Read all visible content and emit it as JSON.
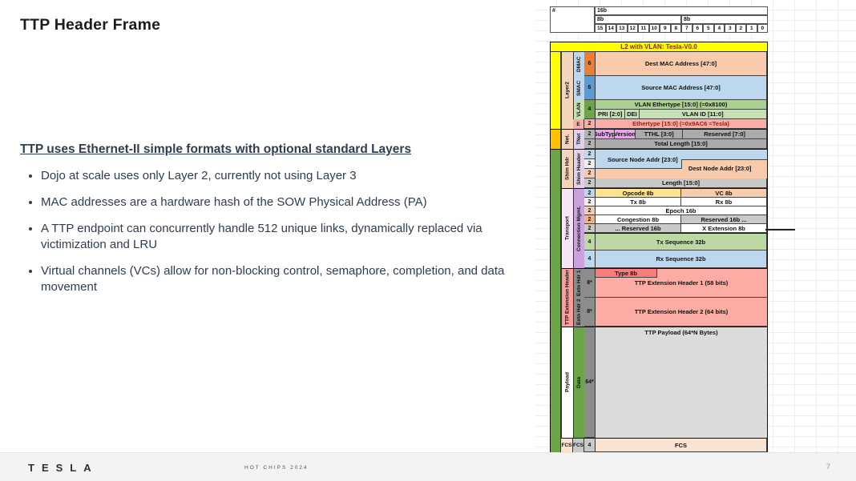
{
  "slide": {
    "title": "TTP Header Frame",
    "heading": "TTP uses Ethernet-II simple formats with optional standard Layers",
    "bullets": [
      "Dojo at scale uses only Layer 2, currently not using Layer 3",
      "MAC addresses are a hardware hash of the SOW Physical Address (PA)",
      "A TTP endpoint can concurrently handle 512 unique links, dynamically replaced via victimization and LRU",
      "Virtual channels (VCs) allow for non-blocking control, semaphore, completion, and data movement"
    ],
    "footer": {
      "logo": "TESLA",
      "event": "HOT CHIPS 2024",
      "page": "7"
    }
  },
  "frame": {
    "corner": "#",
    "width_label": "16b",
    "byte_left": "8b",
    "byte_right": "8b",
    "bits": [
      "15",
      "14",
      "13",
      "12",
      "11",
      "10",
      "9",
      "8",
      "7",
      "6",
      "5",
      "4",
      "3",
      "2",
      "1",
      "0"
    ],
    "banner": "L2 with VLAN:  Tesla-V0.0",
    "layer2": {
      "label": "Layer2",
      "dmac": {
        "tag": "DMAC",
        "size": "6",
        "field": "Dest MAC Address [47:0]"
      },
      "smac": {
        "tag": "SMAC",
        "size": "6",
        "field": "Source MAC Address [47:0]"
      },
      "vlan": {
        "tag": "VLAN",
        "size": "4",
        "row1": "VLAN Ethertype [15:0] (=0x8100)",
        "pri": "PRI [2:0]",
        "dei": "DEI",
        "vlan_id": "VLAN ID [11:0]"
      },
      "eth": {
        "tag": "E",
        "size": "2",
        "field": "Ethertype [15:0] (=0x9AC6 =Tesla)"
      }
    },
    "net": {
      "label": "Net.",
      "tag": "TNet",
      "size1": "2",
      "size2": "2",
      "subtyp": "SubTyp",
      "version": "Version",
      "tthl": "TTHL [3:0]",
      "reserved": "Reserved [7:0]",
      "total_length": "Total Length [15:0]"
    },
    "shim": {
      "label": "Shim Hdr",
      "tag": "Shim Header",
      "sizes": [
        "2",
        "2",
        "2",
        "2"
      ],
      "src_node": "Source Node Addr [23:0]",
      "dest_node": "Dest Node Addr  [23:0]",
      "length": "Length [15:0]"
    },
    "transport": {
      "label": "Transport",
      "tag": "Connection Mgmt.",
      "sizes": [
        "2",
        "2",
        "2",
        "2",
        "2"
      ],
      "opcode": "Opcode 8b",
      "vc": "VC 8b",
      "tx": "Tx 8b",
      "rx": "Rx 8b",
      "epoch": "Epoch 16b",
      "congestion": "Congestion 8b",
      "reserved_hi": "Reserved 16b ...",
      "reserved_lo": "... Reserved 16b",
      "x_ext": "X Extension 8b",
      "tx_seq_size": "4",
      "tx_seq": "Tx Sequence 32b",
      "rx_seq_size": "4",
      "rx_seq": "Rx Sequence 32b"
    },
    "ext": {
      "label": "TTP Extension Header",
      "hdr1": {
        "tag": "Extn Hdr 1",
        "size": "8*",
        "type": "Type 8b",
        "field": "TTP Extension Header 1 (58 bits)"
      },
      "hdr2": {
        "tag": "Extn Hdr 2",
        "size": "8*",
        "field": "TTP Extension Header 2 (64 bits)"
      }
    },
    "payload": {
      "label": "Payload",
      "tag": "Data",
      "size": "64*",
      "field": "TTP Payload (64*N Bytes)"
    },
    "fcs": {
      "label": "FCS",
      "tag": "FCS",
      "size": "4",
      "field": "FCS"
    }
  },
  "palette": {
    "banner_yellow": "#FFFF00",
    "net_orange": "#FFC000",
    "group_green": "#6BA547",
    "light_blue": "#BDD7EE",
    "peach": "#F8CBAD",
    "green_mid": "#A9D08E",
    "green_light": "#C6E0B4",
    "salmon": "#FBACA4",
    "ext_red": "#F97D7D",
    "lilac": "#E2A9E6",
    "purple": "#CBA3DC",
    "gray_mid": "#ABABAB",
    "gray_light": "#D9D9D9",
    "maroon_text": "#8A2418",
    "body_text": "#2E3D4F"
  }
}
